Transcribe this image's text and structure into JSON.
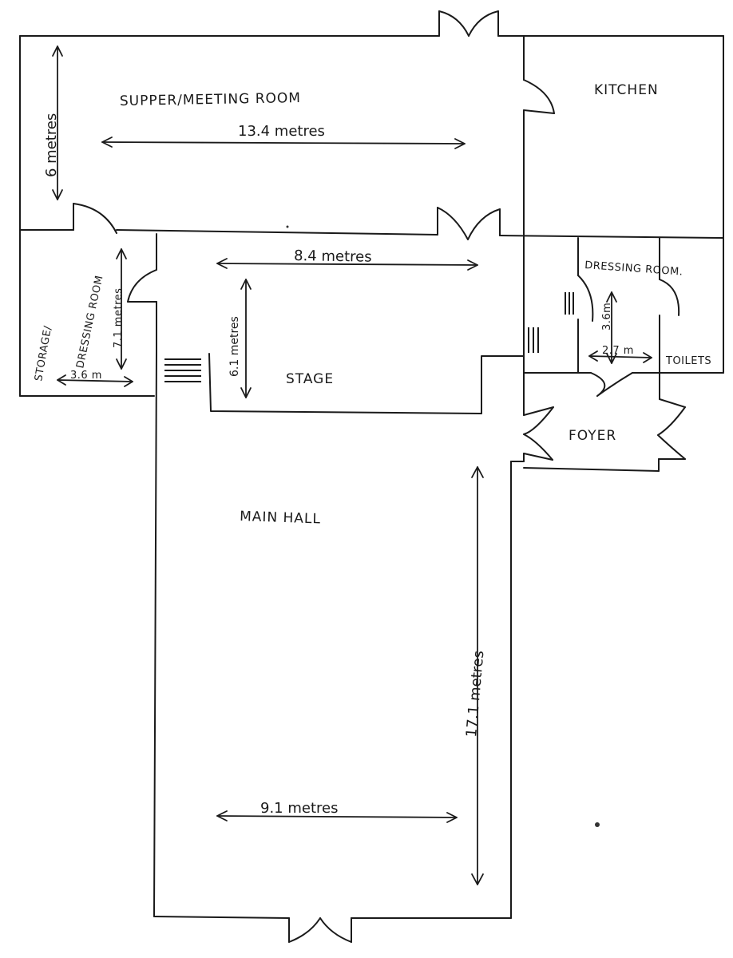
{
  "rooms": {
    "supper": "SUPPER/MEETING ROOM",
    "kitchen": "KITCHEN",
    "dressing_left": "DRESSING ROOM",
    "storage": "STORAGE/",
    "stage": "STAGE",
    "dressing_right": "DRESSING ROOM.",
    "toilets": "TOILETS",
    "foyer": "FOYER",
    "main_hall": "MAIN HALL"
  },
  "dimensions": {
    "supper_height": "6 metres",
    "supper_width": "13.4 metres",
    "stage_width": "8.4 metres",
    "stage_depth": "6.1 metres",
    "dressing_left_height": "7.1 metres",
    "dressing_left_width": "3.6 m",
    "dressing_right_height": "3.6m",
    "dressing_right_width": "2.7 m",
    "hall_length": "17.1 metres",
    "hall_width": "9.1 metres"
  }
}
